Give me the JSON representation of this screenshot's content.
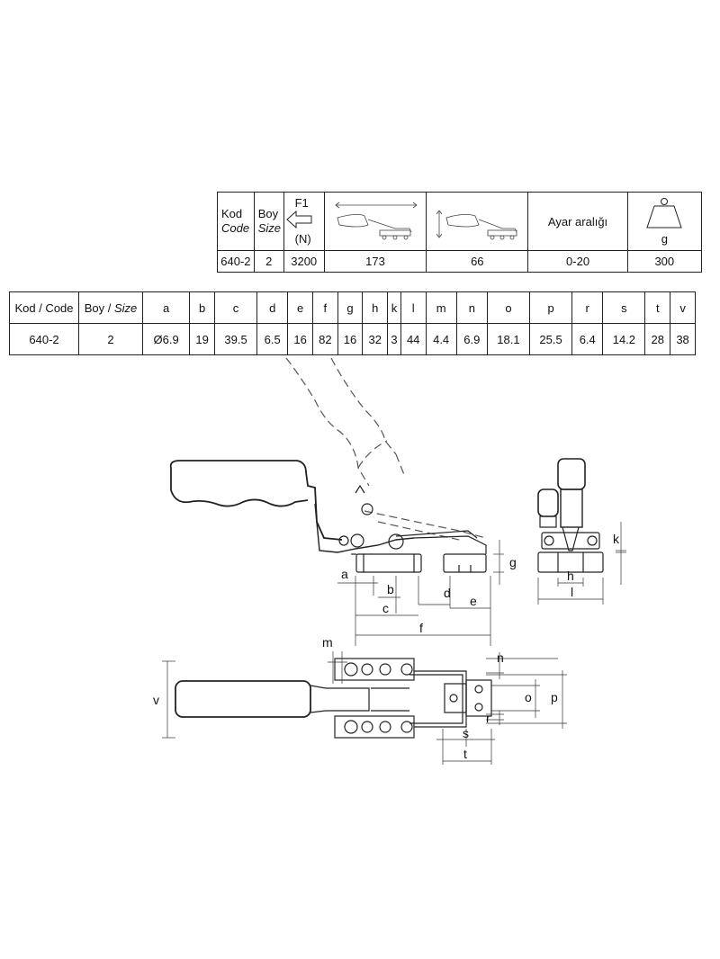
{
  "spec_table": {
    "kod": "Kod",
    "code": "Code",
    "boy": "Boy",
    "size": "Size",
    "f1": "F1",
    "f1_unit": "(N)",
    "adjust": "Ayar aralığı",
    "weight_unit": "g",
    "values": [
      "640-2",
      "2",
      "3200",
      "173",
      "66",
      "0-20",
      "300"
    ]
  },
  "dim_table": {
    "kod_code": "Kod / Code",
    "boy": "Boy / ",
    "size": "Size",
    "headers": [
      "a",
      "b",
      "c",
      "d",
      "e",
      "f",
      "g",
      "h",
      "k",
      "l",
      "m",
      "n",
      "o",
      "p",
      "r",
      "s",
      "t",
      "v"
    ],
    "row_kod": "640-2",
    "row_boy": "2",
    "values": [
      "Ø6.9",
      "19",
      "39.5",
      "6.5",
      "16",
      "82",
      "16",
      "32",
      "3",
      "44",
      "4.4",
      "6.9",
      "18.1",
      "25.5",
      "6.4",
      "14.2",
      "28",
      "38"
    ]
  },
  "drawing_labels": {
    "a": "a",
    "b": "b",
    "c": "c",
    "d": "d",
    "e": "e",
    "f": "f",
    "g": "g",
    "h": "h",
    "k": "k",
    "l": "l",
    "m": "m",
    "n": "n",
    "o": "o",
    "p": "p",
    "r": "r",
    "s": "s",
    "t": "t",
    "v": "v"
  },
  "icons": [
    "arrow-left-icon",
    "horizontal-travel-icon",
    "vertical-travel-icon",
    "weight-icon"
  ]
}
